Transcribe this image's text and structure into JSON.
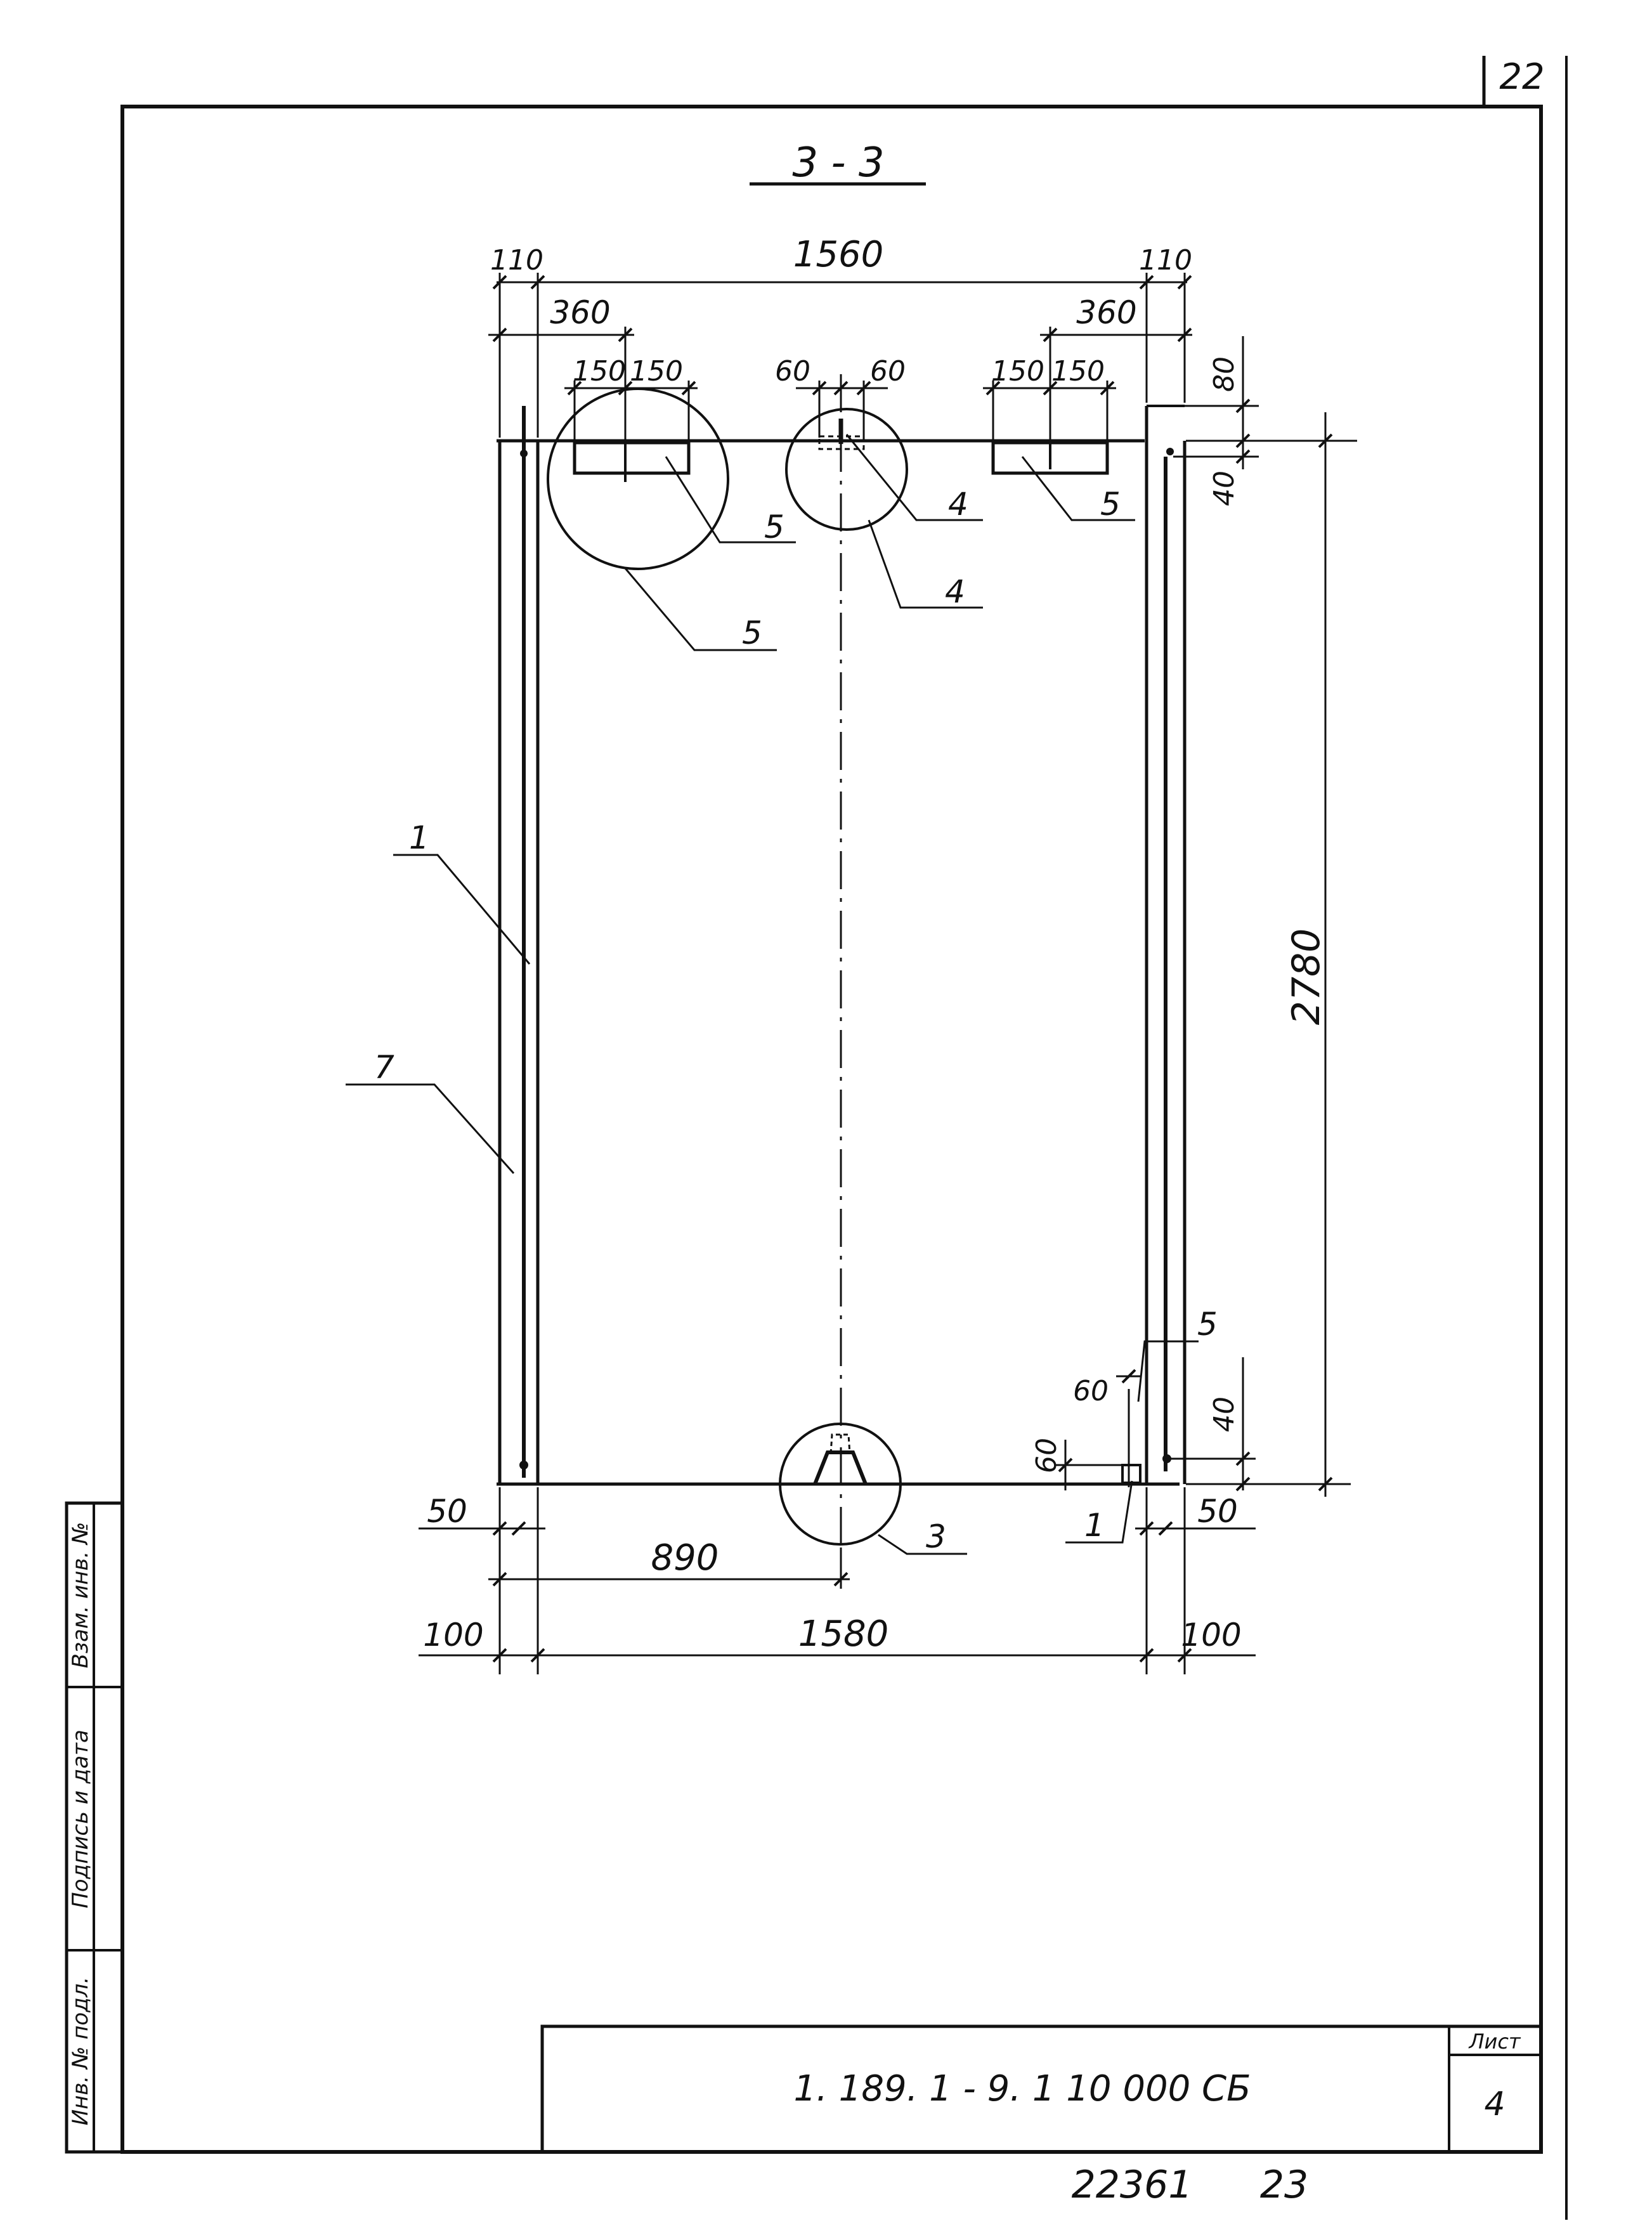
{
  "sheet_corner_number": "22",
  "section_title": "3 - 3",
  "dims": {
    "top_overall": "1560",
    "top_left_edge": "110",
    "top_right_edge": "110",
    "top_left_360": "360",
    "top_right_360": "360",
    "top_left_150a": "150",
    "top_left_150b": "150",
    "top_mid_60a": "60",
    "top_mid_60b": "60",
    "top_right_150a": "150",
    "top_right_150b": "150",
    "right_80": "80",
    "right_40_top": "40",
    "height": "2780",
    "right_40_bottom": "40",
    "bottom_60_h": "60",
    "bottom_60_v": "60",
    "bottom_left_50": "50",
    "bottom_right_50": "50",
    "bottom_890": "890",
    "bottom_left_100": "100",
    "bottom_overall": "1580",
    "bottom_right_100": "100"
  },
  "callouts": {
    "c5_small_left": "5",
    "c4_small": "4",
    "c5_small_right": "5",
    "c4_large": "4",
    "c5_large": "5",
    "c1_left": "1",
    "c7_left": "7",
    "c5_bottom_right": "5",
    "c1_bottom": "1",
    "c3_bottom": "3"
  },
  "side_stamp": {
    "col1": "Инв. № подл.",
    "col2": "Подпись и дата",
    "col3": "Взам. инв. №"
  },
  "title_block": {
    "doc_code": "1. 189. 1 - 9. 1 10 000 СБ",
    "sheet_label": "Лист",
    "sheet_number": "4"
  },
  "footer_codes": {
    "code1": "22361",
    "code2": "23"
  }
}
